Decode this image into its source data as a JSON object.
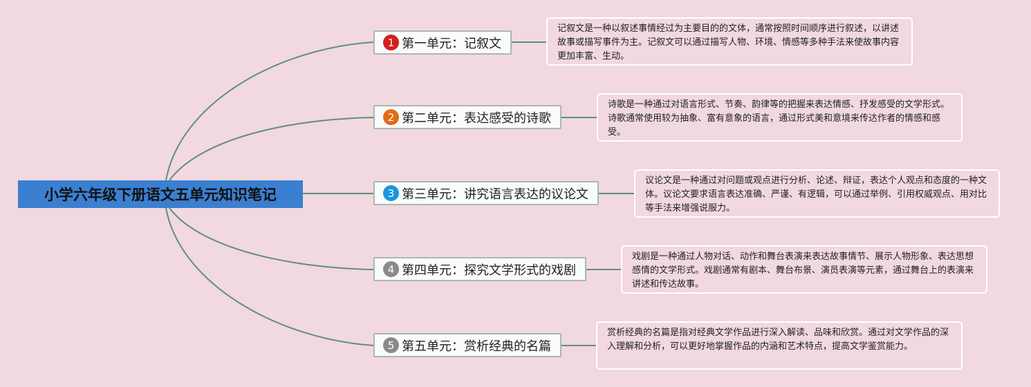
{
  "root": {
    "title": "小学六年级下册语文五单元知识笔记"
  },
  "colors": {
    "background": "#f2d8df",
    "root": "#3b7fd1",
    "line": "#5f8f7e"
  },
  "branches": [
    {
      "number": "1",
      "color": "#d4201a",
      "label": "第一单元：记叙文",
      "note": "记叙文是一种以叙述事情经过为主要目的的文体，通常按照时间顺序进行叙述，以讲述故事或描写事件为主。记叙文可以通过描写人物、环境、情感等多种手法来使故事内容更加丰富、生动。"
    },
    {
      "number": "2",
      "color": "#e56a14",
      "label": "第二单元：表达感受的诗歌",
      "note": "诗歌是一种通过对语言形式、节奏、韵律等的把握来表达情感、抒发感受的文学形式。诗歌通常使用较为抽象、富有意象的语言，通过形式美和意境来传达作者的情感和感受。"
    },
    {
      "number": "3",
      "color": "#1c96e0",
      "label": "第三单元：讲究语言表达的议论文",
      "note": "议论文是一种通过对问题或观点进行分析、论述、辩证，表达个人观点和态度的一种文体。议论文要求语言表达准确、严谨、有逻辑，可以通过举例、引用权威观点、用对比等手法来增强说服力。"
    },
    {
      "number": "4",
      "color": "#8a8a8a",
      "label": "第四单元：探究文学形式的戏剧",
      "note": "戏剧是一种通过人物对话、动作和舞台表演来表达故事情节、展示人物形象、表达思想感情的文学形式。戏剧通常有剧本、舞台布景、演员表演等元素，通过舞台上的表演来讲述和传达故事。"
    },
    {
      "number": "5",
      "color": "#8a8a8a",
      "label": "第五单元：赏析经典的名篇",
      "note": "赏析经典的名篇是指对经典文学作品进行深入解读、品味和欣赏。通过对文学作品的深入理解和分析，可以更好地掌握作品的内涵和艺术特点，提高文学鉴赏能力。"
    }
  ]
}
